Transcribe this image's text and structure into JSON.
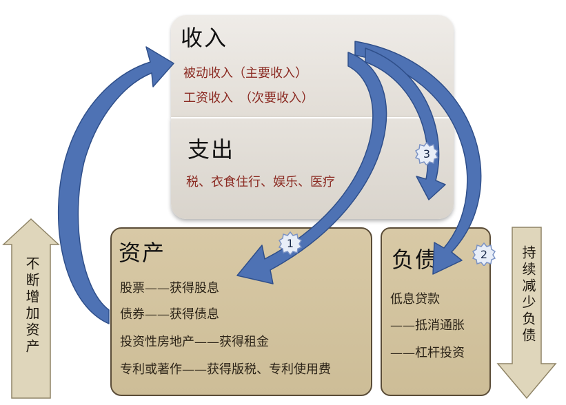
{
  "income": {
    "title": "收入",
    "passive": "被动收入（主要收入）",
    "wages": "工资收入　（次要收入）"
  },
  "expense": {
    "title": "支出",
    "items": "税、衣食住行、娱乐、医疗"
  },
  "assets": {
    "title": "资产",
    "items": [
      "股票——获得股息",
      "债券——获得债息",
      "投资性房地产——获得租金",
      "专利或著作——获得版税、专利使用费"
    ]
  },
  "liabilities": {
    "title": "负债",
    "items": [
      "低息贷款",
      "——抵消通胀",
      "——杠杆投资"
    ]
  },
  "side_labels": {
    "left": "不断增加资产",
    "right": "持续减少负债"
  },
  "badges": [
    "1",
    "2",
    "3"
  ],
  "colors": {
    "flow_arrow": "#4e72b4",
    "side_arrow": "#dfd6bb",
    "income_text": "#8b2a22",
    "box_fill": "#d3c49f"
  }
}
